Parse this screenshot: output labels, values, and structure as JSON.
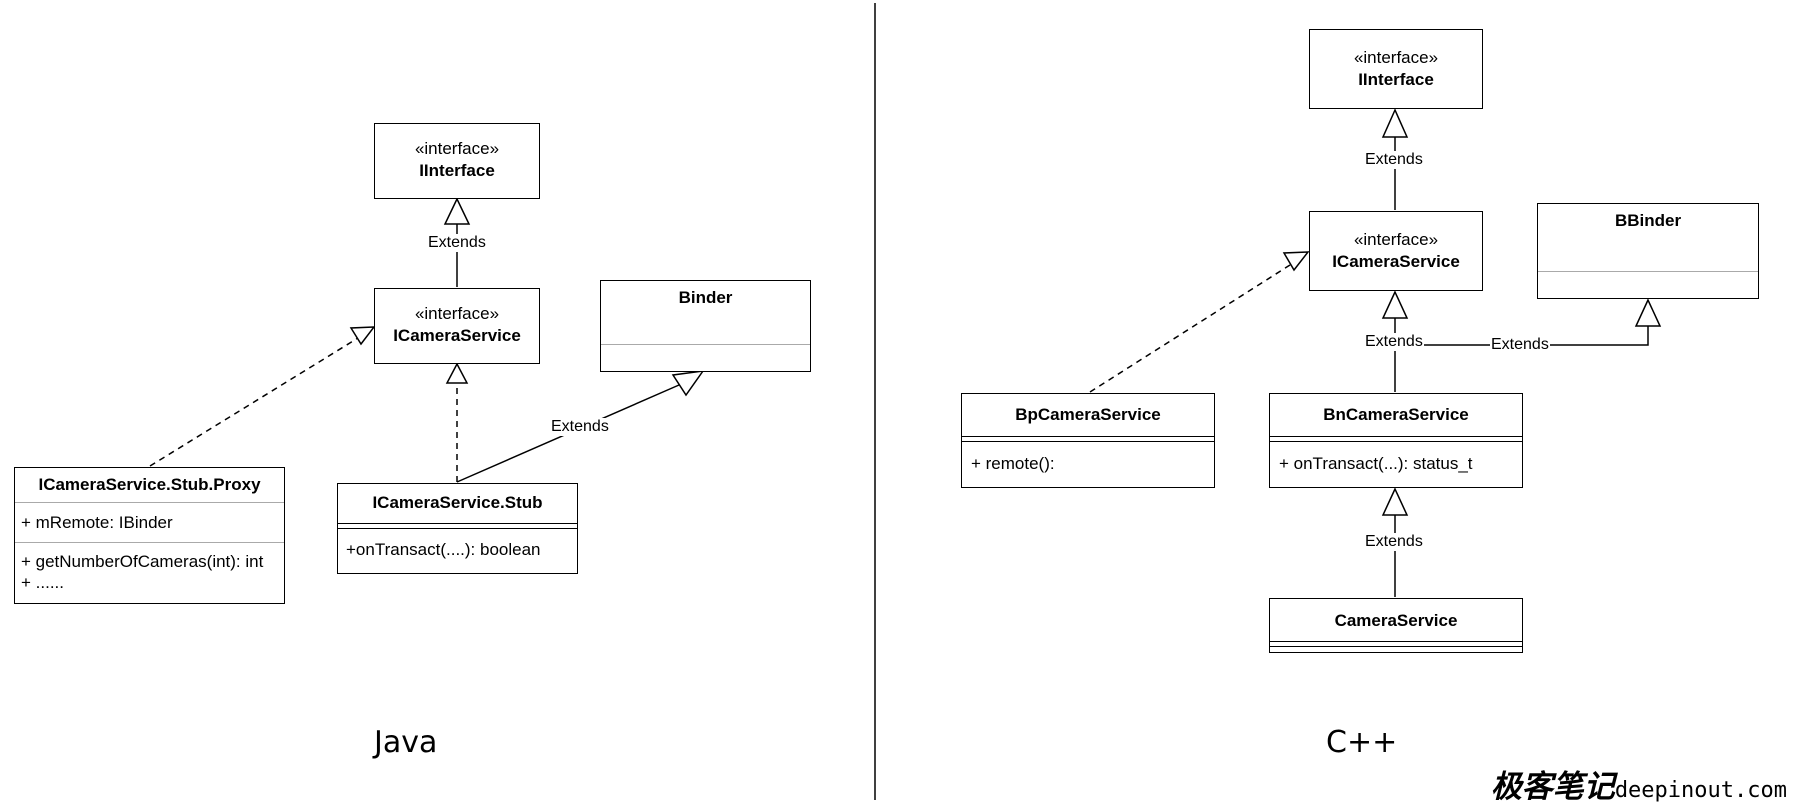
{
  "java": {
    "section_label": "Java",
    "iinterface": {
      "stereotype": "«interface»",
      "name": "IInterface"
    },
    "icameraservice": {
      "stereotype": "«interface»",
      "name": "ICameraService"
    },
    "binder": {
      "name": "Binder"
    },
    "proxy": {
      "name": "ICameraService.Stub.Proxy",
      "field": "+ mRemote: IBinder",
      "method1": "+ getNumberOfCameras(int): int",
      "method2": "+ ......"
    },
    "stub": {
      "name": "ICameraService.Stub",
      "method": "+onTransact(....): boolean"
    },
    "edges": {
      "extends_iinterface": "Extends",
      "extends_binder": "Extends"
    }
  },
  "cpp": {
    "section_label": "C++",
    "iinterface": {
      "stereotype": "«interface»",
      "name": "IInterface"
    },
    "icameraservice": {
      "stereotype": "«interface»",
      "name": "ICameraService"
    },
    "bbinder": {
      "name": "BBinder"
    },
    "bp": {
      "name": "BpCameraService",
      "method": "+ remote():"
    },
    "bn": {
      "name": "BnCameraService",
      "method": "+ onTransact(...): status_t"
    },
    "cameraservice": {
      "name": "CameraService"
    },
    "edges": {
      "extends_iinterface": "Extends",
      "extends_icameraservice": "Extends",
      "extends_bbinder": "Extends",
      "extends_bn": "Extends"
    }
  },
  "watermark": {
    "chinese": "极客笔记",
    "url": "deepinout.com"
  }
}
